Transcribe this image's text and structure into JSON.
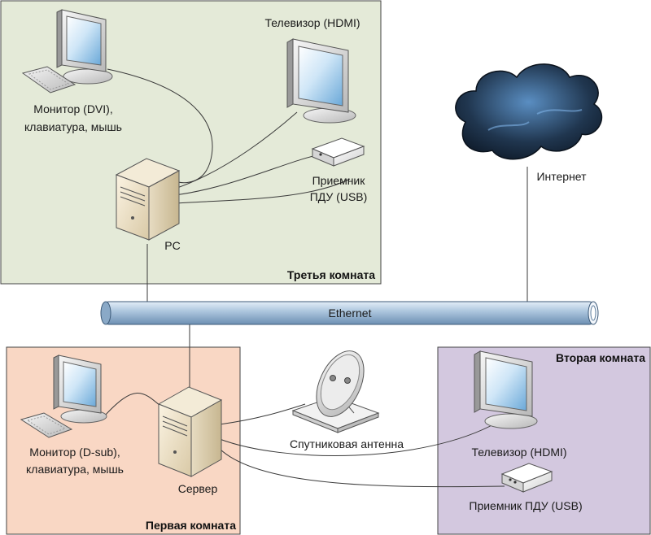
{
  "rooms": {
    "third": {
      "name": "Третья комната",
      "color": "#e4ead8"
    },
    "first": {
      "name": "Первая комната",
      "color": "#f9d7c4"
    },
    "second": {
      "name": "Вторая комната",
      "color": "#d3c8df"
    }
  },
  "devices": {
    "monitor_dvi": "Монитор (DVI),",
    "monitor_dvi_2": "клавиатура, мышь",
    "tv_hdmi_top": "Телевизор (HDMI)",
    "ir_receiver_top": "Приемник",
    "ir_receiver_top_2": "ПДУ (USB)",
    "pc": "PC",
    "internet": "Интернет",
    "ethernet": "Ethernet",
    "monitor_dsub": "Монитор (D-sub),",
    "monitor_dsub_2": "клавиатура, мышь",
    "server": "Сервер",
    "satellite": "Спутниковая антенна",
    "tv_hdmi_bottom": "Телевизор (HDMI)",
    "ir_receiver_bottom": "Приемник ПДУ (USB)"
  },
  "icons": [
    "monitor-icon",
    "keyboard-icon",
    "tv-icon",
    "ir-receiver-icon",
    "pc-tower-icon",
    "cloud-icon",
    "server-tower-icon",
    "satellite-dish-icon"
  ]
}
